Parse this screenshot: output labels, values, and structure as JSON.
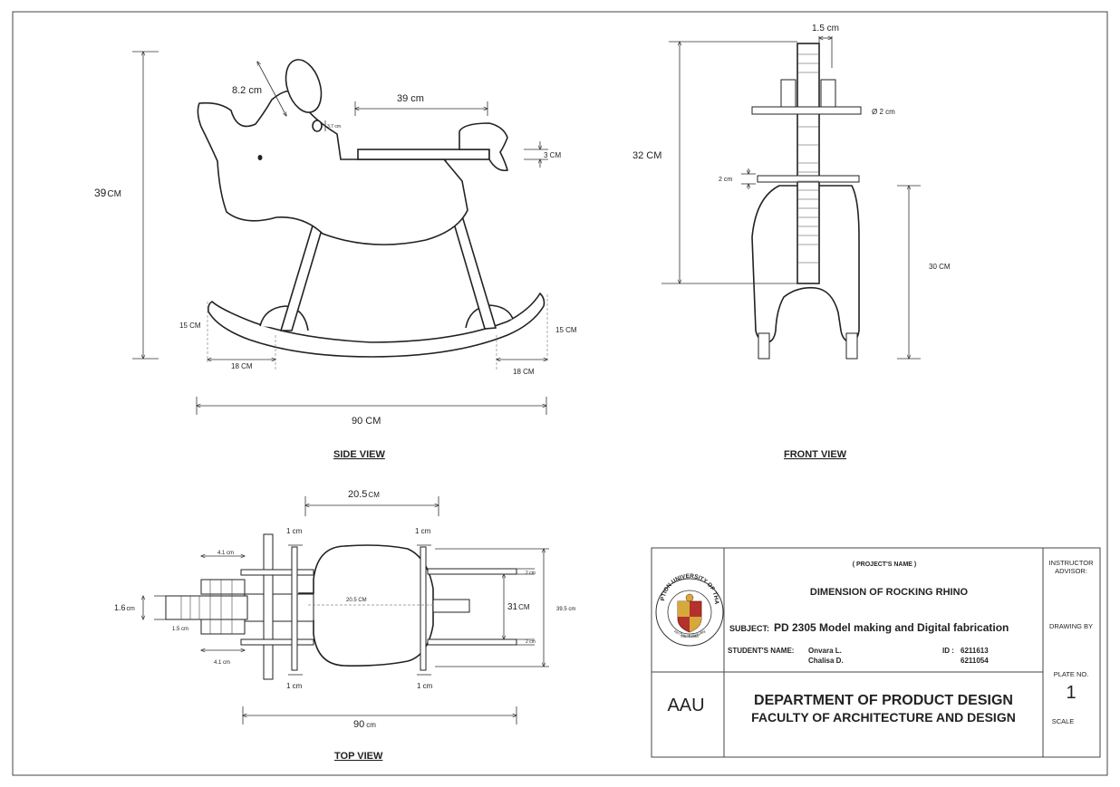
{
  "views": {
    "side": "SIDE VIEW",
    "front": "FRONT VIEW",
    "top": "TOP VIEW"
  },
  "side_dims": {
    "height": "39",
    "height_unit": "CM",
    "horn": "8.2 cm",
    "seat": "39 cm",
    "eye": "3.7 cm",
    "seat_thick": "3 CM",
    "rocker_left_h": "15 CM",
    "rocker_right_h": "15 CM",
    "rocker_left_w": "18 CM",
    "rocker_right_w": "18 CM",
    "length": "90 CM"
  },
  "front_dims": {
    "top": "1.5 cm",
    "height": "32  CM",
    "rod": "Ø 2 cm",
    "peg": "2 cm",
    "leg": "30 CM"
  },
  "top_dims": {
    "seat": "20.5",
    "seat_unit": "CM",
    "mid": "20.5 CM",
    "c1": "1 cm",
    "c2": "1 cm",
    "c3": "1 cm",
    "c4": "1 cm",
    "w1": "4.1 cm",
    "w2": "4.1 cm",
    "h16": "1.6",
    "h16_unit": "cm",
    "h15": "1.5 cm",
    "s2a": "2  cm",
    "s2b": "2 cm",
    "w31": "31",
    "w31_unit": "CM",
    "w395": "39.5 cm",
    "len": "90",
    "len_unit": "cm"
  },
  "title_block": {
    "project_label": "( PROJECT'S NAME )",
    "project": "DIMENSION OF ROCKING RHINO",
    "subject_label": "SUBJECT:",
    "subject": "PD 2305 Model making and Digital fabrication",
    "student_label": "STUDENT'S NAME:",
    "student1": "Onvara L.",
    "student2": "Chalisa D.",
    "id_label": "ID :",
    "id1": "6211613",
    "id2": "6211054",
    "dept": "DEPARTMENT OF  PRODUCT DESIGN",
    "faculty": "FACULTY OF ARCHITECTURE  AND  DESIGN",
    "logo_text": "AAU",
    "instructor": "INSTRUCTOR",
    "advisor": "ADVISOR:",
    "drawing_by": "DRAWING  BY",
    "plate_label": "PLATE NO.",
    "plate_no": "1",
    "scale": "SCALE",
    "seal_top": "ASSUMPTION UNIVERSITY OF THAILAND",
    "seal_since": "SINCE 1969",
    "seal_bottom": "มหาวิทยาลัยอัสสัมชัญ"
  },
  "colors": {
    "ink": "#222222",
    "seal_red": "#b5312b",
    "seal_gold": "#d6a93b"
  }
}
